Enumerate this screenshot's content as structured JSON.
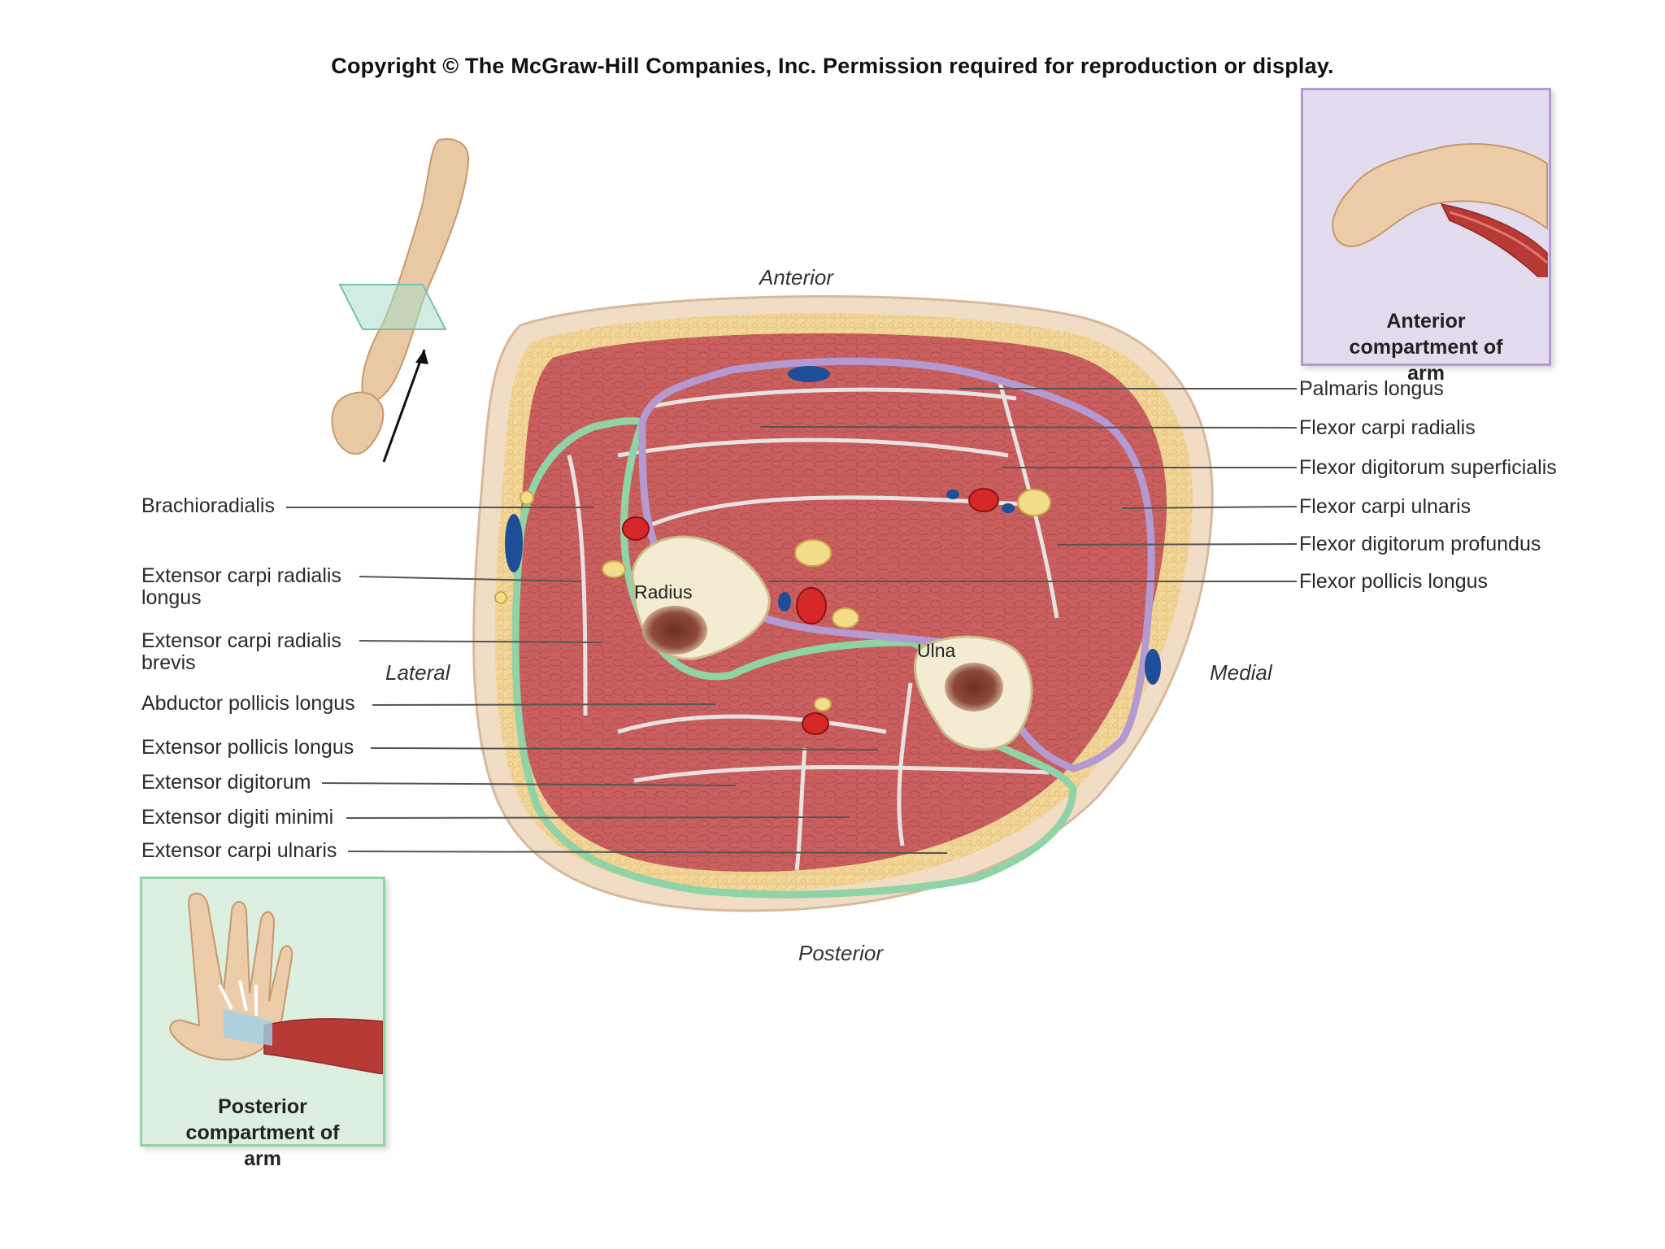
{
  "copyright": "Copyright © The McGraw-Hill Companies, Inc. Permission required for reproduction or display.",
  "orientation": {
    "anterior": "Anterior",
    "posterior": "Posterior",
    "lateral": "Lateral",
    "medial": "Medial"
  },
  "bones": {
    "radius": "Radius",
    "ulna": "Ulna"
  },
  "left_labels": {
    "brachioradialis": "Brachioradialis",
    "ecrl": "Extensor carpi radialis longus",
    "ecrb": "Extensor carpi radialis brevis",
    "apl": "Abductor pollicis longus",
    "epl": "Extensor pollicis longus",
    "ed": "Extensor digitorum",
    "edm": "Extensor digiti minimi",
    "ecu": "Extensor carpi ulnaris"
  },
  "right_labels": {
    "pl": "Palmaris longus",
    "fcr": "Flexor carpi radialis",
    "fds": "Flexor digitorum superficialis",
    "fcu": "Flexor carpi ulnaris",
    "fdp": "Flexor digitorum profundus",
    "fpl": "Flexor pollicis longus"
  },
  "insets": {
    "anterior": "Anterior compartment of arm",
    "posterior": "Posterior compartment of arm"
  },
  "colors": {
    "muscle": "#c9605f",
    "fat": "#f2d79a",
    "skin": "#f1dcc6",
    "anterior_compartment": "#b49ad0",
    "posterior_compartment": "#8fd3a6",
    "anterior_inset_bg": "#e3dcef",
    "posterior_inset_bg": "#dcefe0"
  }
}
